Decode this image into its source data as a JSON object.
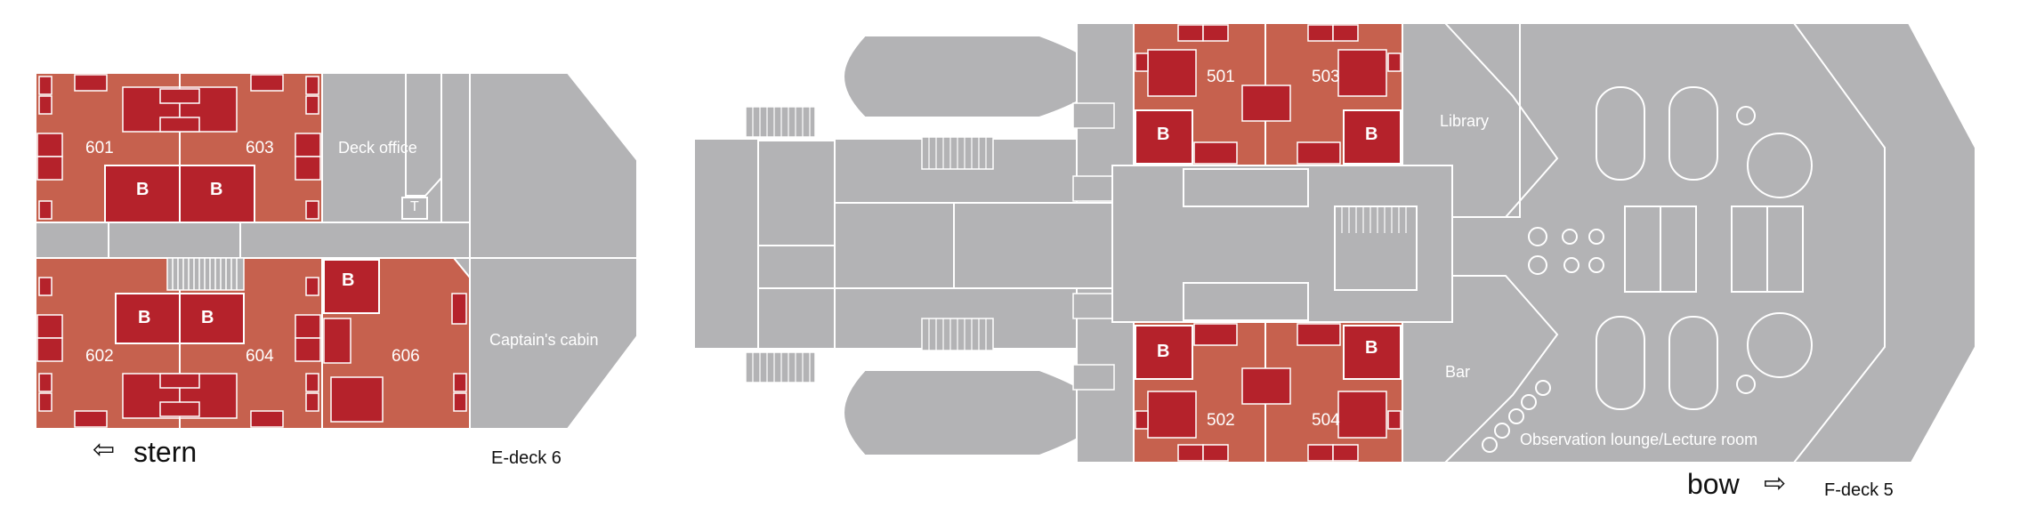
{
  "colors": {
    "hull": "#b3b3b5",
    "line": "#ffffff",
    "cabin": "#c6614e",
    "bed": "#b5222b",
    "text_light": "#ffffff",
    "text_dark": "#111111"
  },
  "deck6": {
    "deck_name": "E-deck 6",
    "stern_arrow": "⇦",
    "stern_label": "stern",
    "cabins": {
      "c601": "601",
      "c603": "603",
      "c602": "602",
      "c604": "604",
      "c606": "606"
    },
    "deck_office": "Deck office",
    "toilet_symbol": "T",
    "captains_cabin": "Captain's cabin",
    "bed_mark": "B"
  },
  "deck5": {
    "deck_name": "F-deck 5",
    "bow_label": "bow",
    "bow_arrow": "⇨",
    "cabins": {
      "c501": "501",
      "c503": "503",
      "c502": "502",
      "c504": "504"
    },
    "library": "Library",
    "bar": "Bar",
    "lounge": "Observation lounge/Lecture room",
    "bed_mark": "B"
  }
}
